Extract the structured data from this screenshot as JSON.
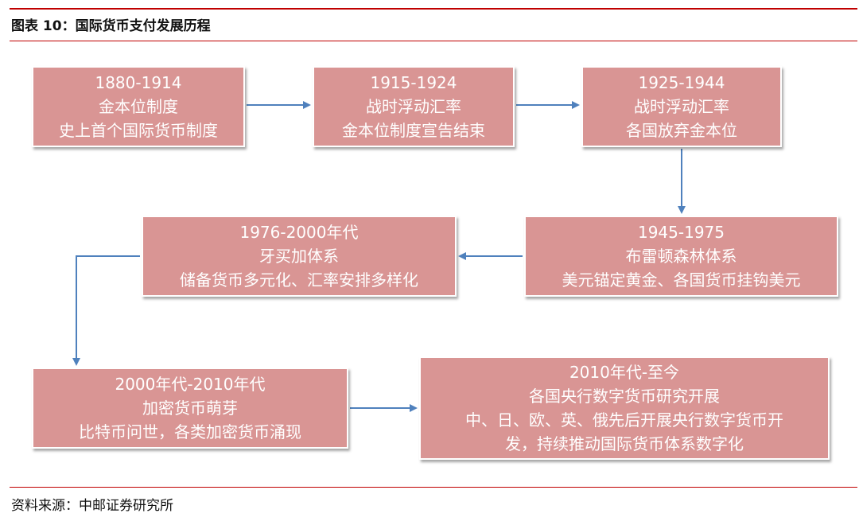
{
  "header": {
    "title": "图表 10：国际货币支付发展历程"
  },
  "footer": {
    "source": "资料来源：中邮证券研究所"
  },
  "nodes": [
    {
      "lines": [
        "1880-1914",
        "金本位制度",
        "史上首个国际货币制度"
      ]
    },
    {
      "lines": [
        "1915-1924",
        "战时浮动汇率",
        "金本位制度宣告结束"
      ]
    },
    {
      "lines": [
        "1925-1944",
        "战时浮动汇率",
        "各国放弃金本位"
      ]
    },
    {
      "lines": [
        "1945-1975",
        "布雷顿森林体系",
        "美元锚定黄金、各国货币挂钩美元"
      ]
    },
    {
      "lines": [
        "1976-2000年代",
        "牙买加体系",
        "储备货币多元化、汇率安排多样化"
      ]
    },
    {
      "lines": [
        "2000年代-2010年代",
        "加密货币萌芽",
        "比特币问世，各类加密货币涌现"
      ]
    },
    {
      "lines": [
        "2010年代-至今",
        "各国央行数字货币研究开展",
        "中、日、欧、英、俄先后开展央行数字货币开",
        "发，持续推动国际货币体系数字化"
      ]
    }
  ],
  "colors": {
    "box_fill": "#d99594",
    "arrow": "#4f81bd",
    "rule": "#c00000"
  }
}
